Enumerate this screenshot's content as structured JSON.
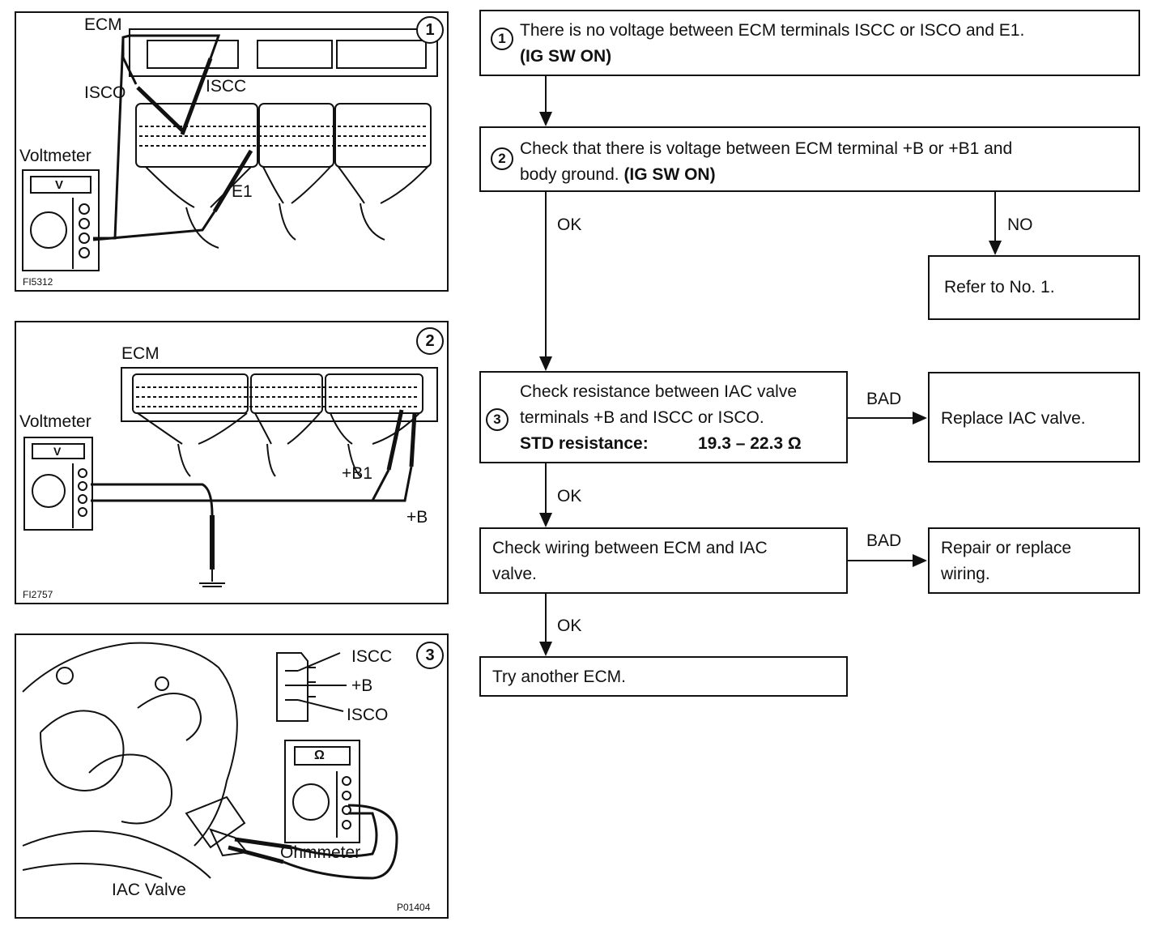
{
  "panel1": {
    "badge": "1",
    "ecm": "ECM",
    "isco": "ISCO",
    "iscc": "ISCC",
    "voltmeter": "Voltmeter",
    "meter_unit": "V",
    "e1": "E1",
    "code": "FI5312"
  },
  "panel2": {
    "badge": "2",
    "ecm": "ECM",
    "voltmeter": "Voltmeter",
    "meter_unit": "V",
    "b1": "+B1",
    "b": "+B",
    "code": "FI2757"
  },
  "panel3": {
    "badge": "3",
    "iscc": "ISCC",
    "b": "+B",
    "isco": "ISCO",
    "meter_unit": "Ω",
    "ohmmeter": "Ohmmeter",
    "iac_valve": "IAC Valve",
    "code": "P01404"
  },
  "flow": {
    "step1": {
      "num": "1",
      "line1": "There is no voltage between ECM terminals ISCC or ISCO and E1.",
      "line2": "(IG SW ON)"
    },
    "step2": {
      "num": "2",
      "line1": "Check that there is voltage between ECM terminal +B or +B1 and",
      "line2a": "body ground. ",
      "line2b": "(IG SW ON)"
    },
    "ok1": "OK",
    "no1": "NO",
    "refer": "Refer to No. 1.",
    "step3": {
      "num": "3",
      "line1": "Check resistance between IAC valve",
      "line2": "terminals +B and ISCC or ISCO.",
      "line3a": "STD resistance:",
      "line3b": "19.3 – 22.3 Ω"
    },
    "bad1": "BAD",
    "replace": "Replace IAC valve.",
    "ok2": "OK",
    "wiring": {
      "line1": "Check wiring between ECM and IAC",
      "line2": "valve."
    },
    "bad2": "BAD",
    "repair": {
      "line1": "Repair or replace",
      "line2": "wiring."
    },
    "ok3": "OK",
    "another": "Try another ECM."
  }
}
